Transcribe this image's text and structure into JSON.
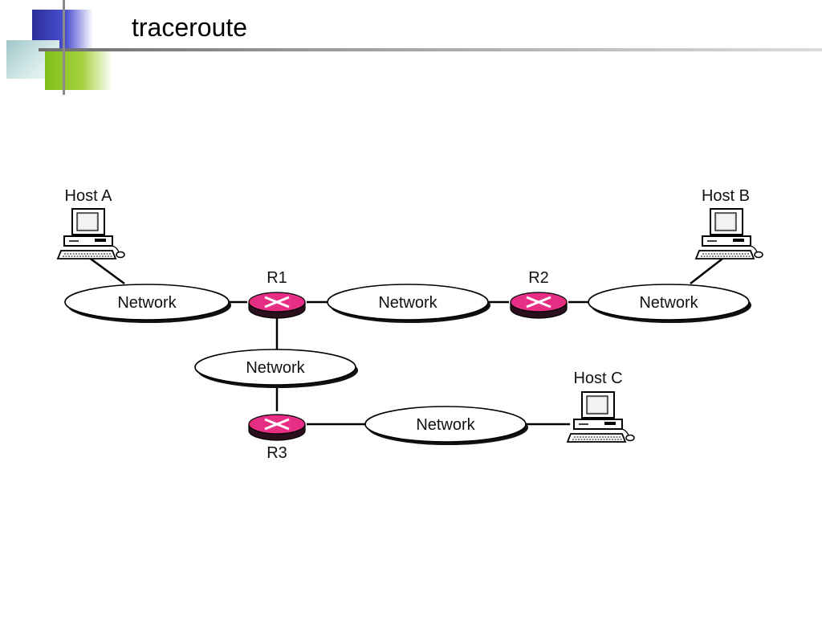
{
  "slide": {
    "title": "traceroute"
  },
  "diagram": {
    "hosts": [
      {
        "id": "A",
        "label": "Host A"
      },
      {
        "id": "B",
        "label": "Host B"
      },
      {
        "id": "C",
        "label": "Host C"
      }
    ],
    "routers": [
      {
        "id": "R1",
        "label": "R1"
      },
      {
        "id": "R2",
        "label": "R2"
      },
      {
        "id": "R3",
        "label": "R3"
      }
    ],
    "networks": [
      {
        "id": "net1",
        "label": "Network"
      },
      {
        "id": "net2",
        "label": "Network"
      },
      {
        "id": "net3",
        "label": "Network"
      },
      {
        "id": "net4",
        "label": "Network"
      },
      {
        "id": "net5",
        "label": "Network"
      }
    ],
    "colors": {
      "router_fill": "#e62e85",
      "router_dark": "#2a0f1c",
      "network_fill": "#ffffff",
      "network_shadow": "#111111",
      "line": "#000000"
    }
  }
}
